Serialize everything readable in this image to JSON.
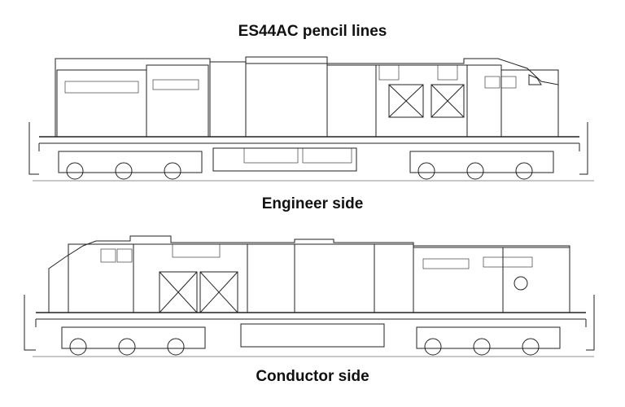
{
  "title": "ES44AC pencil lines",
  "engineer_label": "Engineer side",
  "conductor_label": "Conductor side",
  "colors": {
    "line": "#222222",
    "background": "#ffffff"
  }
}
